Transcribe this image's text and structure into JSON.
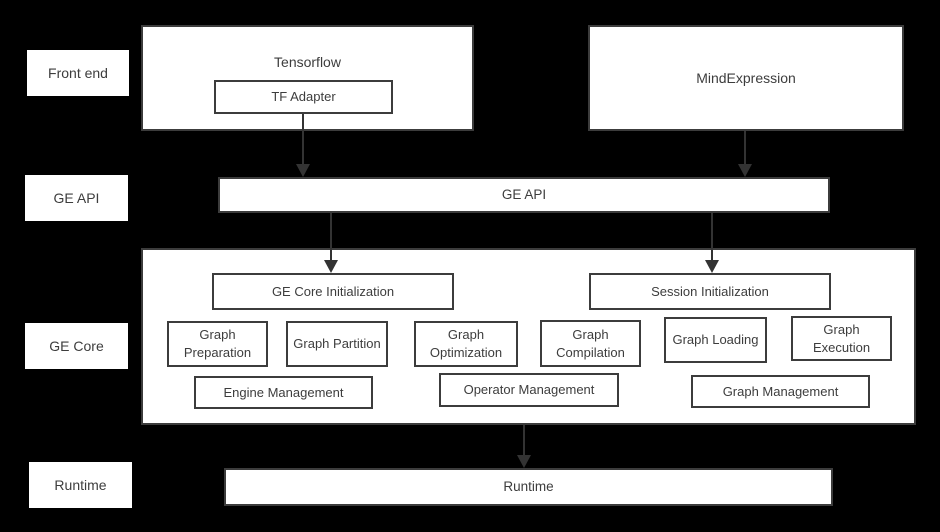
{
  "theme": {
    "background": "#000000",
    "surface": "#ffffff",
    "border": "#3c3c3c",
    "text": "#3d3d3d",
    "arrow": "#333333"
  },
  "layer_labels": {
    "front_end": "Front end",
    "ge_api": "GE API",
    "ge_core": "GE Core",
    "runtime": "Runtime"
  },
  "front_end": {
    "tensorflow_label": "Tensorflow",
    "tf_adapter_label": "TF Adapter",
    "mindexpression_label": "MindExpression"
  },
  "ge_api": {
    "bar_label": "GE API"
  },
  "ge_core": {
    "ge_core_init_label": "GE Core Initialization",
    "session_init_label": "Session Initialization",
    "pipeline": [
      "Graph Preparation",
      "Graph Partition",
      "Graph Optimization",
      "Graph Compilation",
      "Graph Loading",
      "Graph Execution"
    ],
    "management": [
      "Engine Management",
      "Operator Management",
      "Graph Management"
    ]
  },
  "runtime": {
    "bar_label": "Runtime"
  }
}
